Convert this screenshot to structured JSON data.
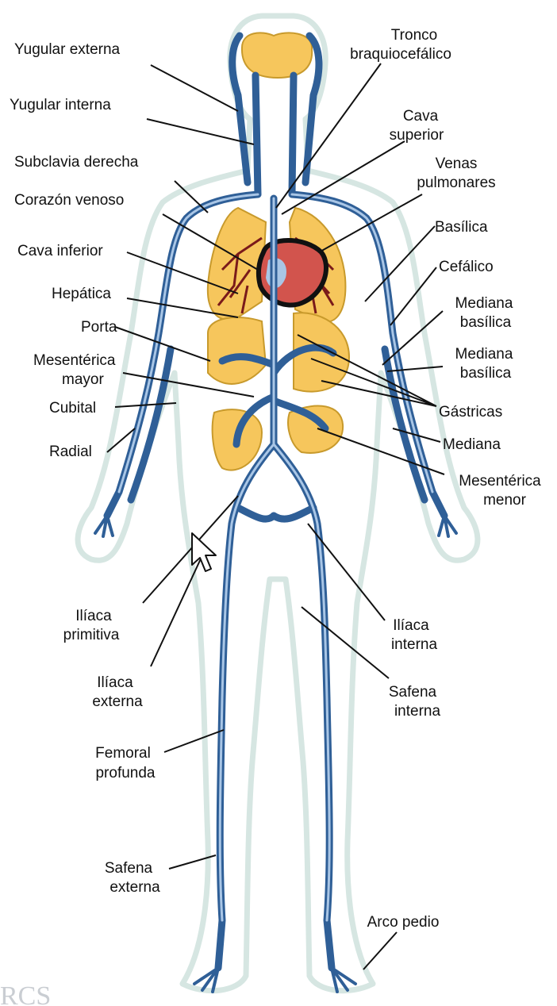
{
  "labels": {
    "yugular_externa": "Yugular externa",
    "yugular_interna": "Yugular interna",
    "subclavia_derecha": "Subclavia derecha",
    "corazon_venoso": "Corazón venoso",
    "cava_inferior": "Cava inferior",
    "hepatica": "Hepática",
    "porta": "Porta",
    "mesenterica_mayor": [
      "Mesentérica",
      "mayor"
    ],
    "cubital": "Cubital",
    "radial": "Radial",
    "tronco_braquiocefalico": [
      "Tronco",
      "braquiocefálico"
    ],
    "cava_superior": [
      "Cava",
      "superior"
    ],
    "venas_pulmonares": [
      "Venas",
      "pulmonares"
    ],
    "basilica": "Basílica",
    "cefalico": "Cefálico",
    "mediana_basilica_1": [
      "Mediana",
      "basílica"
    ],
    "mediana_basilica_2": [
      "Mediana",
      "basílica"
    ],
    "gastricas": "Gástricas",
    "mediana": "Mediana",
    "mesenterica_menor": [
      "Mesentérica",
      "menor"
    ],
    "iliaca_primitiva": [
      "Ilíaca",
      "primitiva"
    ],
    "iliaca_externa": [
      "Ilíaca",
      "externa"
    ],
    "iliaca_interna": [
      "Ilíaca",
      "interna"
    ],
    "safena_interna": [
      "Safena",
      "interna"
    ],
    "femoral_profunda": [
      "Femoral",
      "profunda"
    ],
    "safena_externa": [
      "Safena",
      "externa"
    ],
    "arco_pedio": "Arco pedio"
  },
  "watermark": "RCS",
  "colors": {
    "vein": "#2f5f97",
    "vein_light": "#a9c6e6",
    "organ": "#f6c65c",
    "organ_edge": "#c89a2c",
    "lung_vessels": "#7a1a1a",
    "heart": "#d2544d",
    "body_outline": "#d6e6e2"
  }
}
